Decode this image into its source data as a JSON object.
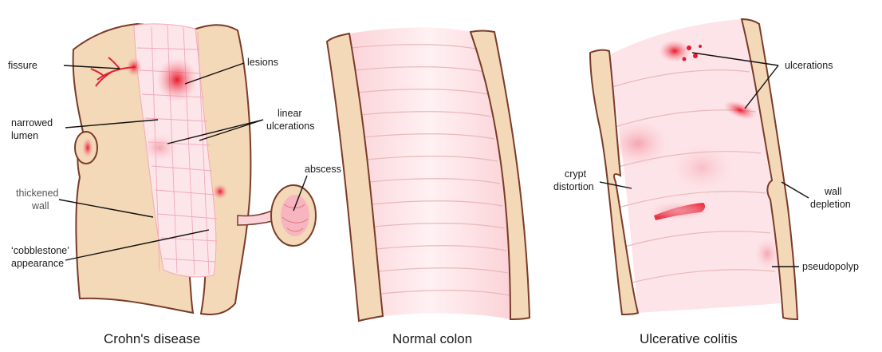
{
  "panels": {
    "crohns": {
      "caption": "Crohn's disease",
      "labels": {
        "fissure": "fissure",
        "lesions": "lesions",
        "narrowed_lumen": [
          "narrowed",
          "lumen"
        ],
        "linear_ulcerations": [
          "linear",
          "ulcerations"
        ],
        "abscess": "abscess",
        "thickened_wall": [
          "thickened",
          "wall"
        ],
        "cobblestone": [
          "‘cobblestone’",
          "appearance"
        ]
      }
    },
    "normal": {
      "caption": "Normal colon"
    },
    "uc": {
      "caption": "Ulcerative colitis",
      "labels": {
        "ulcerations": "ulcerations",
        "crypt_distortion": [
          "crypt",
          "distortion"
        ],
        "wall_depletion": [
          "wall",
          "depletion"
        ],
        "pseudopolyp": "pseudopolyp"
      }
    }
  },
  "colors": {
    "wall_fill": "#f4d9b8",
    "wall_stroke": "#7a3b2a",
    "mucosa": "#fde7ea",
    "lesion_red": "#e8192c",
    "ring": "#e9b8b8"
  }
}
